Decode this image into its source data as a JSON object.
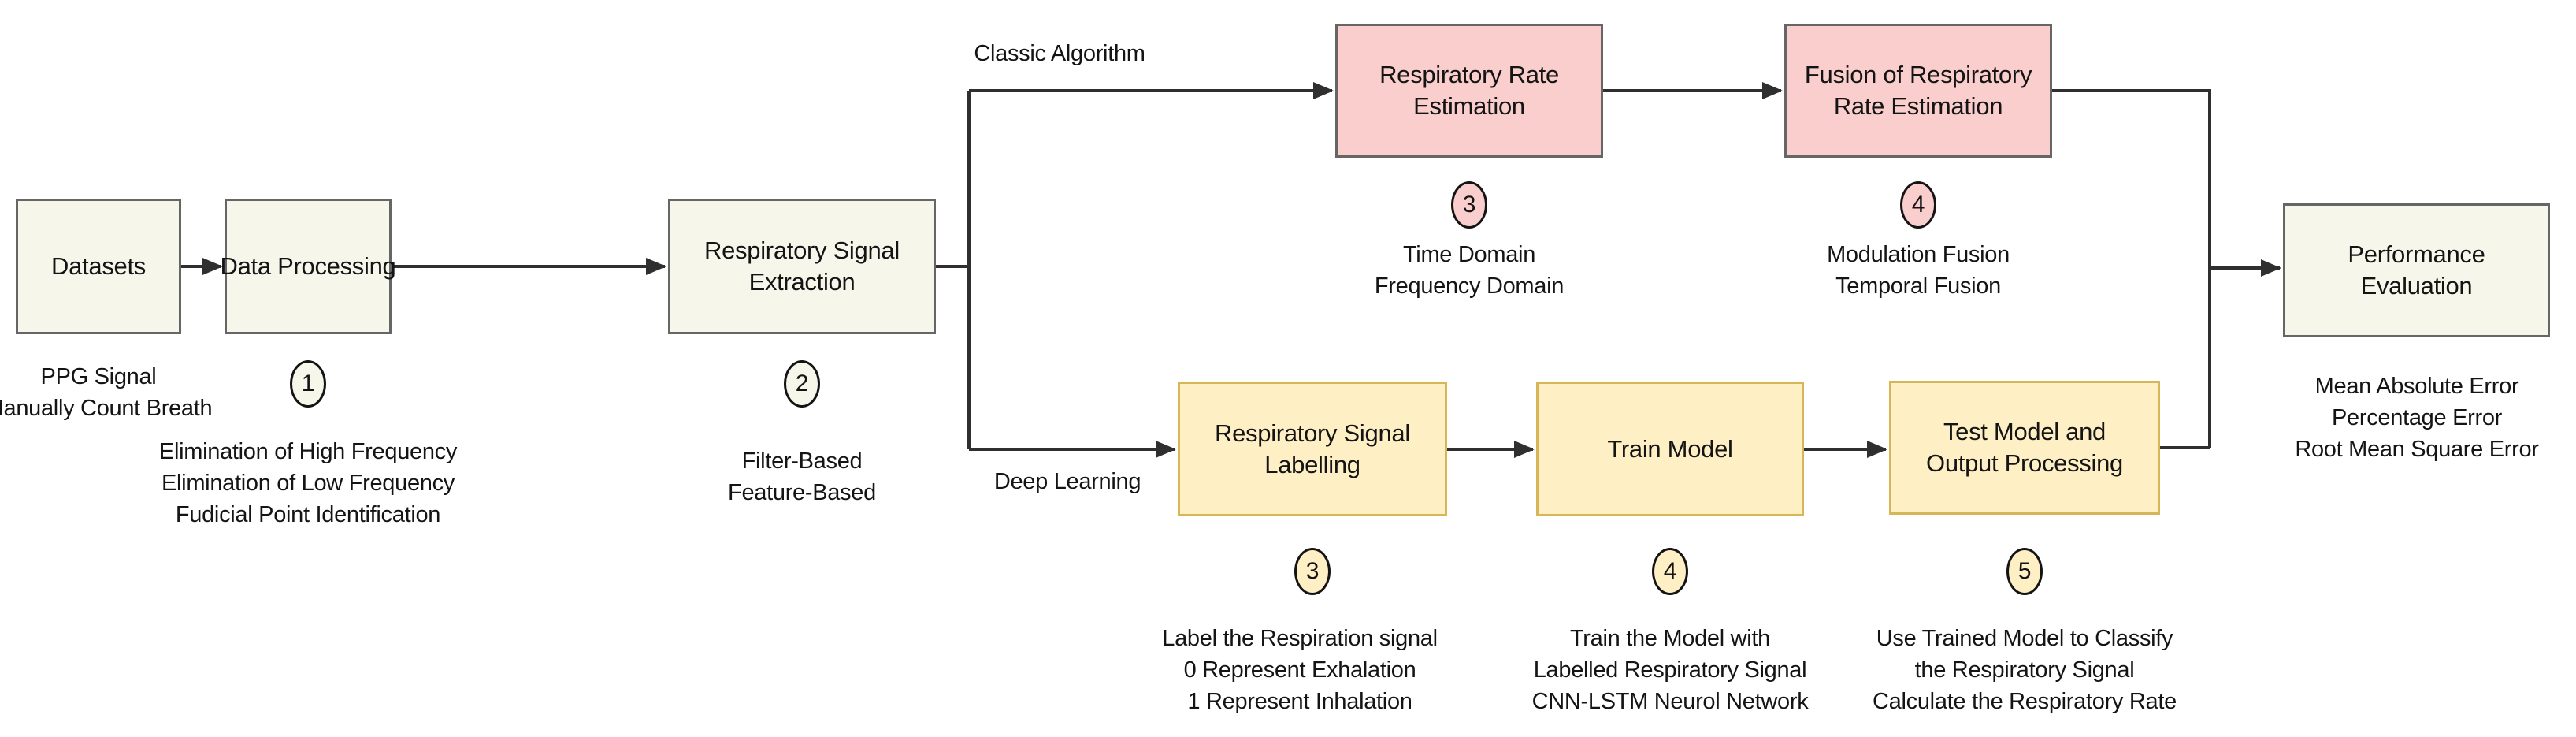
{
  "colors": {
    "cream_fill": "#f7f6eb",
    "cream_stroke": "#666666",
    "pink_fill": "#f9cecc",
    "pink_stroke": "#666666",
    "yellow_fill": "#ffefc5",
    "yellow_stroke": "#d6b656",
    "line": "#2f2f2f",
    "text": "#141414"
  },
  "nodes": {
    "datasets": {
      "lines": [
        "Datasets"
      ]
    },
    "data_processing": {
      "lines": [
        "Data Processing"
      ]
    },
    "respiratory_signal_extraction": {
      "lines": [
        "Respiratory Signal",
        "Extraction"
      ]
    },
    "respiratory_rate_estimation": {
      "lines": [
        "Respiratory Rate",
        "Estimation"
      ]
    },
    "fusion_of_respiratory_rate_estimation": {
      "lines": [
        "Fusion of Respiratory",
        "Rate Estimation"
      ]
    },
    "respiratory_signal_labelling": {
      "lines": [
        "Respiratory Signal",
        "Labelling"
      ]
    },
    "train_model": {
      "lines": [
        "Train Model"
      ]
    },
    "test_model_and_output_processing": {
      "lines": [
        "Test Model and",
        "Output Processing"
      ]
    },
    "performance_evaluation": {
      "lines": [
        "Performance",
        "Evaluation"
      ]
    }
  },
  "branch_labels": {
    "classic_algorithm": "Classic Algorithm",
    "deep_learning": "Deep Learning"
  },
  "step_badges": {
    "data_processing": "1",
    "extraction": "2",
    "rate_estimation": "3",
    "fusion": "4",
    "labelling": "3",
    "train": "4",
    "test": "5"
  },
  "annotations": {
    "datasets": {
      "lines": [
        "PPG Signal",
        "Manually Count Breath"
      ]
    },
    "data_processing": {
      "lines": [
        "Elimination of High Frequency",
        "Elimination of Low Frequency",
        "Fudicial Point Identification"
      ]
    },
    "extraction": {
      "lines": [
        "Filter-Based",
        "Feature-Based"
      ]
    },
    "rate_estimation": {
      "lines": [
        "Time Domain",
        "Frequency Domain"
      ]
    },
    "fusion": {
      "lines": [
        "Modulation Fusion",
        "Temporal Fusion"
      ]
    },
    "labelling": {
      "lines": [
        "Label the Respiration signal",
        "0 Represent Exhalation",
        "1 Represent Inhalation"
      ]
    },
    "train": {
      "lines": [
        "Train the Model with",
        "Labelled Respiratory Signal",
        "CNN-LSTM Neurol Network"
      ]
    },
    "test": {
      "lines": [
        "Use Trained Model to Classify",
        "the Respiratory Signal",
        "Calculate the Respiratory Rate"
      ]
    },
    "performance": {
      "lines": [
        "Mean Absolute Error",
        "Percentage Error",
        "Root Mean Square Error"
      ]
    }
  }
}
